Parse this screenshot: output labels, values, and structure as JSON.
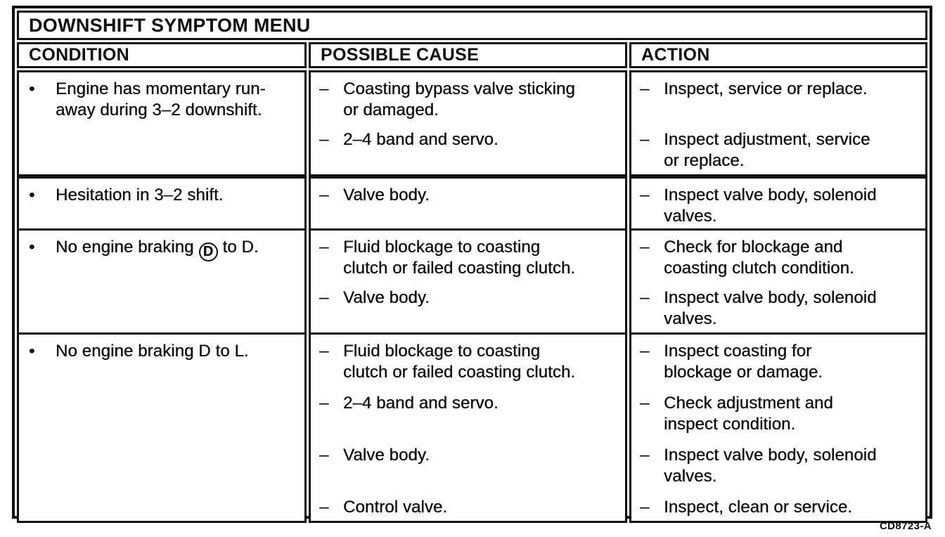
{
  "markers": {
    "bullet": "•",
    "dash": "–"
  },
  "figure_code": "CD8723-A",
  "table": {
    "title": "DOWNSHIFT SYMPTOM MENU",
    "headers": {
      "condition": "CONDITION",
      "cause": "POSSIBLE CAUSE",
      "action": "ACTION"
    },
    "rows": [
      {
        "condition": {
          "text": "Engine has momentary run-away during 3–2 downshift."
        },
        "pairs": [
          {
            "cause": "Coasting bypass valve sticking or damaged.",
            "action": "Inspect, service or replace."
          },
          {
            "cause": "2–4 band and servo.",
            "action": "Inspect adjustment, service or replace."
          }
        ]
      },
      {
        "condition": {
          "text": "Hesitation in 3–2 shift."
        },
        "pairs": [
          {
            "cause": "Valve body.",
            "action": "Inspect valve body, solenoid valves."
          }
        ]
      },
      {
        "condition": {
          "text_before": "No engine braking",
          "circled_letter": "D",
          "text_after": "to D."
        },
        "pairs": [
          {
            "cause": "Fluid blockage to coasting clutch or failed coasting clutch.",
            "action": "Check for blockage and coasting clutch condition."
          },
          {
            "cause": "Valve body.",
            "action": "Inspect valve body, solenoid valves."
          }
        ]
      },
      {
        "condition": {
          "text": "No engine braking D to L."
        },
        "pairs": [
          {
            "cause": "Fluid blockage to coasting clutch or failed coasting clutch.",
            "action": "Inspect coasting for blockage or damage."
          },
          {
            "cause": "2–4 band and servo.",
            "action": "Check adjustment and inspect condition."
          },
          {
            "cause": "Valve body.",
            "action": "Inspect valve body, solenoid valves."
          },
          {
            "cause": "Control valve.",
            "action": "Inspect, clean or service."
          }
        ]
      }
    ]
  }
}
